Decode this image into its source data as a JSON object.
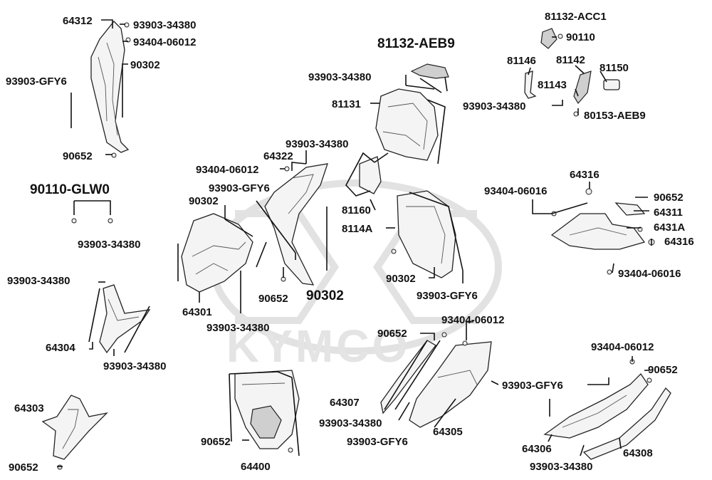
{
  "watermark": "KYMCO",
  "labels": {
    "l01": "64312",
    "l02": "93903-34380",
    "l03": "93404-06012",
    "l04": "90302",
    "l05": "93903-GFY6",
    "l06": "90652",
    "l07": "90110-GLW0",
    "l08": "93903-34380",
    "l09": "93903-34380",
    "l10": "64304",
    "l11": "93903-34380",
    "l12": "64303",
    "l13": "90652",
    "l14": "90302",
    "l15": "64301",
    "l16": "93903-34380",
    "l17": "93404-06012",
    "l18": "64322",
    "l19": "93903-34380",
    "l20": "93903-GFY6",
    "l21": "90652",
    "l22": "90302",
    "l23": "81132-AEB9",
    "l24": "93903-34380",
    "l25": "81131",
    "l26": "81160",
    "l27": "8114A",
    "l28": "90302",
    "l29": "93903-GFY6",
    "l30": "90652",
    "l31": "93404-06012",
    "l32": "64307",
    "l33": "93903-34380",
    "l34": "93903-GFY6",
    "l35": "64305",
    "l36": "90652",
    "l37": "64400",
    "l38": "81132-ACC1",
    "l39": "90110",
    "l40": "81146",
    "l41": "81142",
    "l42": "81150",
    "l43": "81143",
    "l44": "93903-34380",
    "l45": "80153-AEB9",
    "l46": "64316",
    "l47": "93404-06016",
    "l48": "90652",
    "l49": "64311",
    "l50": "6431A",
    "l51": "64316",
    "l52": "93404-06016",
    "l53": "93404-06012",
    "l54": "90652",
    "l55": "93903-GFY6",
    "l56": "64306",
    "l57": "64308",
    "l58": "93903-34380"
  }
}
